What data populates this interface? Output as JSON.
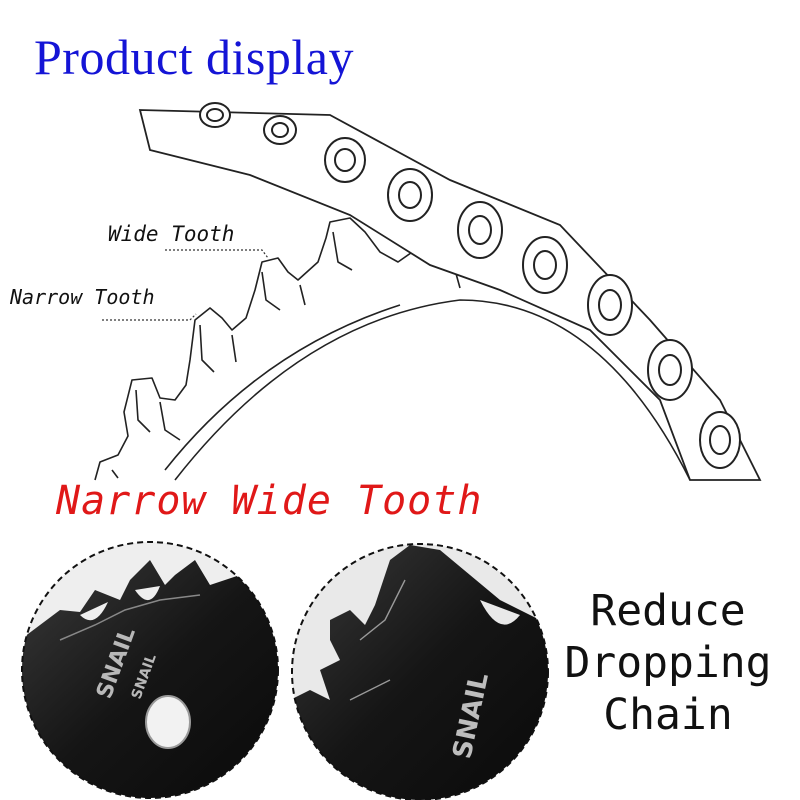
{
  "title": "Product display",
  "labels": {
    "wide_tooth": "Wide Tooth",
    "narrow_tooth": "Narrow Tooth"
  },
  "headline": "Narrow Wide Tooth",
  "caption_lines": [
    "Reduce",
    "Dropping",
    "Chain"
  ],
  "brand_text": [
    "SNAIL",
    "SNAIL",
    "SNAIL"
  ],
  "colors": {
    "title": "#1414d6",
    "headline": "#e01818",
    "ring_metal": "#1b1b1b"
  }
}
